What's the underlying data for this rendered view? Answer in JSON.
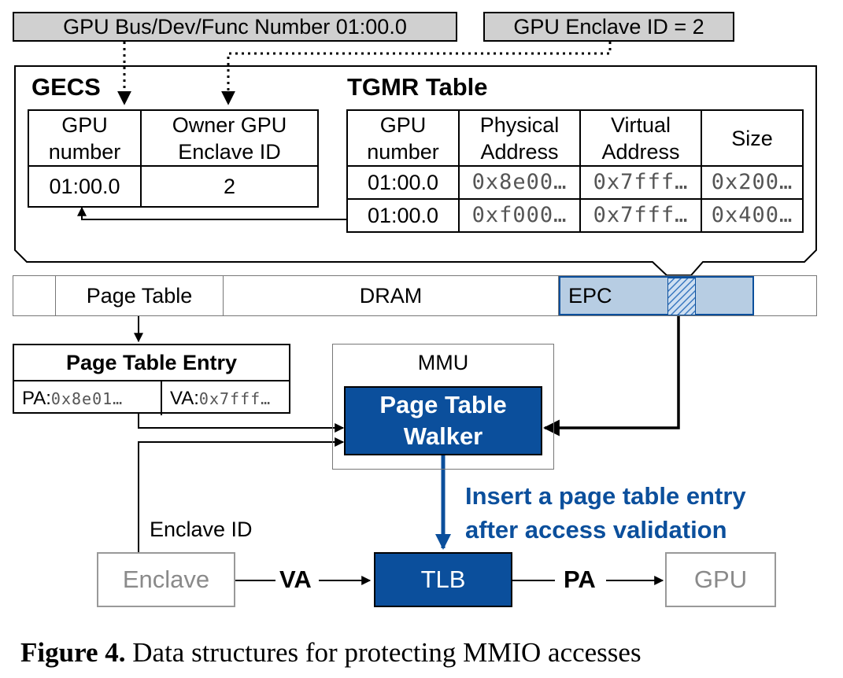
{
  "labels": {
    "gpu_bdf": "GPU Bus/Dev/Func Number 01:00.0",
    "gpu_enclave_id": "GPU Enclave ID = 2"
  },
  "gecs": {
    "title": "GECS",
    "headers": [
      "GPU\nnumber",
      "Owner GPU\nEnclave ID"
    ],
    "row": [
      "01:00.0",
      "2"
    ]
  },
  "tgmr": {
    "title": "TGMR Table",
    "headers": [
      "GPU\nnumber",
      "Physical\nAddress",
      "Virtual\nAddress",
      "Size"
    ],
    "rows": [
      [
        "01:00.0",
        "0x8e00…",
        "0x7fff…",
        "0x200…"
      ],
      [
        "01:00.0",
        "0xf000…",
        "0x7fff…",
        "0x400…"
      ]
    ]
  },
  "dram": {
    "page_table": "Page Table",
    "dram": "DRAM",
    "epc": "EPC"
  },
  "pte": {
    "title": "Page Table Entry",
    "pa_label": "PA:",
    "pa_value": "0x8e01…",
    "va_label": "VA:",
    "va_value": "0x7fff…"
  },
  "mmu": {
    "title": "MMU",
    "walker_line1": "Page Table",
    "walker_line2": "Walker"
  },
  "insert_note": {
    "line1": "Insert a page table entry",
    "line2": "after access validation"
  },
  "flow": {
    "enclave_id_label": "Enclave ID",
    "enclave": "Enclave",
    "va": "VA",
    "tlb": "TLB",
    "pa": "PA",
    "gpu": "GPU"
  },
  "caption": {
    "label": "Figure 4.",
    "text": "Data structures for protecting MMIO accesses"
  },
  "colors": {
    "accent_blue": "#0b4f9c",
    "epc_fill": "#b7cde3",
    "label_gray": "#d0d0d0"
  }
}
